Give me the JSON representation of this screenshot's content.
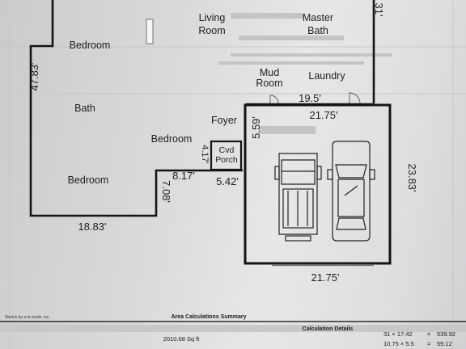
{
  "rooms": {
    "living_room": [
      "Living",
      "Room"
    ],
    "master_bath": [
      "Master",
      "Bath"
    ],
    "bedroom_top": "Bedroom",
    "bath": "Bath",
    "bedroom_middle": "Bedroom",
    "bedroom_bottom": "Bedroom",
    "mud_room": [
      "Mud",
      "Room"
    ],
    "laundry": "Laundry",
    "foyer": "Foyer",
    "covered_porch": [
      "Cvd",
      "Porch"
    ]
  },
  "dimensions": {
    "left_wall": "47.83'",
    "top_right_wall": "31'",
    "laundry_width": "19.5'",
    "garage_top": "21.75'",
    "garage_left": "5.59'",
    "garage_right": "23.83'",
    "garage_bottom": "21.75'",
    "porch_height": "4.17'",
    "step_top": "8.17'",
    "step_left": "7.08'",
    "porch_width": "5.42'",
    "bottom_left": "18.83'"
  },
  "footer": {
    "credit": "Sketch by a la mode, inc.",
    "area_title": "Area Calculations Summary",
    "area_total": "2010.68 Sq ft",
    "calc_title": "Calculation Details",
    "calc_row1_expr": "31 × 17.42",
    "calc_row1_eq": "=",
    "calc_row1_val": "539.92",
    "calc_row2_expr": "10.75 × 5.5",
    "calc_row2_eq": "=",
    "calc_row2_val": "59.12"
  }
}
